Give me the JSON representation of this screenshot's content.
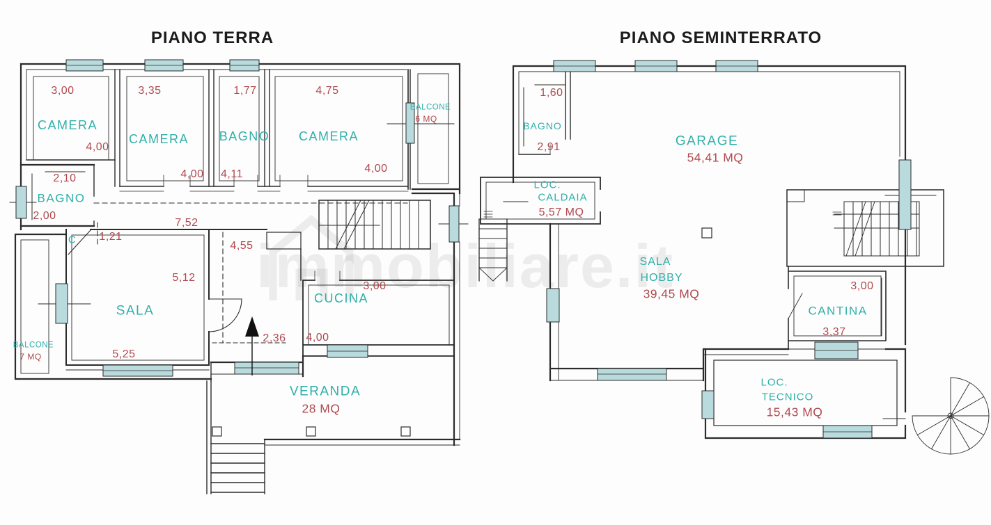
{
  "watermark": {
    "text": "immobiliare.it"
  },
  "colors": {
    "room_label": "#2fafa9",
    "dimension": "#b0494f",
    "wall": "#2b2b2b",
    "window_fill": "#b9dbdd",
    "arrow": "#111111"
  },
  "terra": {
    "title": "PIANO TERRA",
    "camera1": {
      "name": "CAMERA",
      "w": "3,00",
      "h": "4,00"
    },
    "camera2": {
      "name": "CAMERA",
      "w": "3,35",
      "h": "4,00"
    },
    "bagno_top": {
      "name": "BAGNO",
      "w": "1,77",
      "h": "4,11"
    },
    "camera3": {
      "name": "CAMERA",
      "w": "4,75",
      "h": "4,00"
    },
    "balcone6": {
      "name": "BALCONE",
      "area": "6 MQ"
    },
    "bagno_small": {
      "name": "BAGNO",
      "w": "2,10",
      "h": "2,00"
    },
    "corridoio": {
      "w": "7,52",
      "w2": "1,21"
    },
    "door_label": "C",
    "ingresso": {
      "h": "4,55",
      "w": "2,36"
    },
    "sala": {
      "name": "SALA",
      "h": "5,12",
      "w": "5,25"
    },
    "balcone7": {
      "name": "BALCONE",
      "area": "7 MQ"
    },
    "cucina": {
      "name": "CUCINA",
      "w": "3,00",
      "h": "4,00"
    },
    "veranda": {
      "name": "VERANDA",
      "area": "28 MQ"
    }
  },
  "seminterrato": {
    "title": "PIANO SEMINTERRATO",
    "bagno": {
      "name": "BAGNO",
      "w": "1,60",
      "h": "2,91"
    },
    "garage": {
      "name": "GARAGE",
      "area": "54,41 MQ"
    },
    "caldaia": {
      "line1": "LOC.",
      "line2": "CALDAIA",
      "area": "5,57 MQ"
    },
    "sala_hobby": {
      "line1": "SALA",
      "line2": "HOBBY",
      "area": "39,45 MQ"
    },
    "cantina": {
      "name": "CANTINA",
      "w": "3,00",
      "h": "3,37"
    },
    "tecnico": {
      "line1": "LOC.",
      "line2": "TECNICO",
      "area": "15,43 MQ"
    }
  }
}
